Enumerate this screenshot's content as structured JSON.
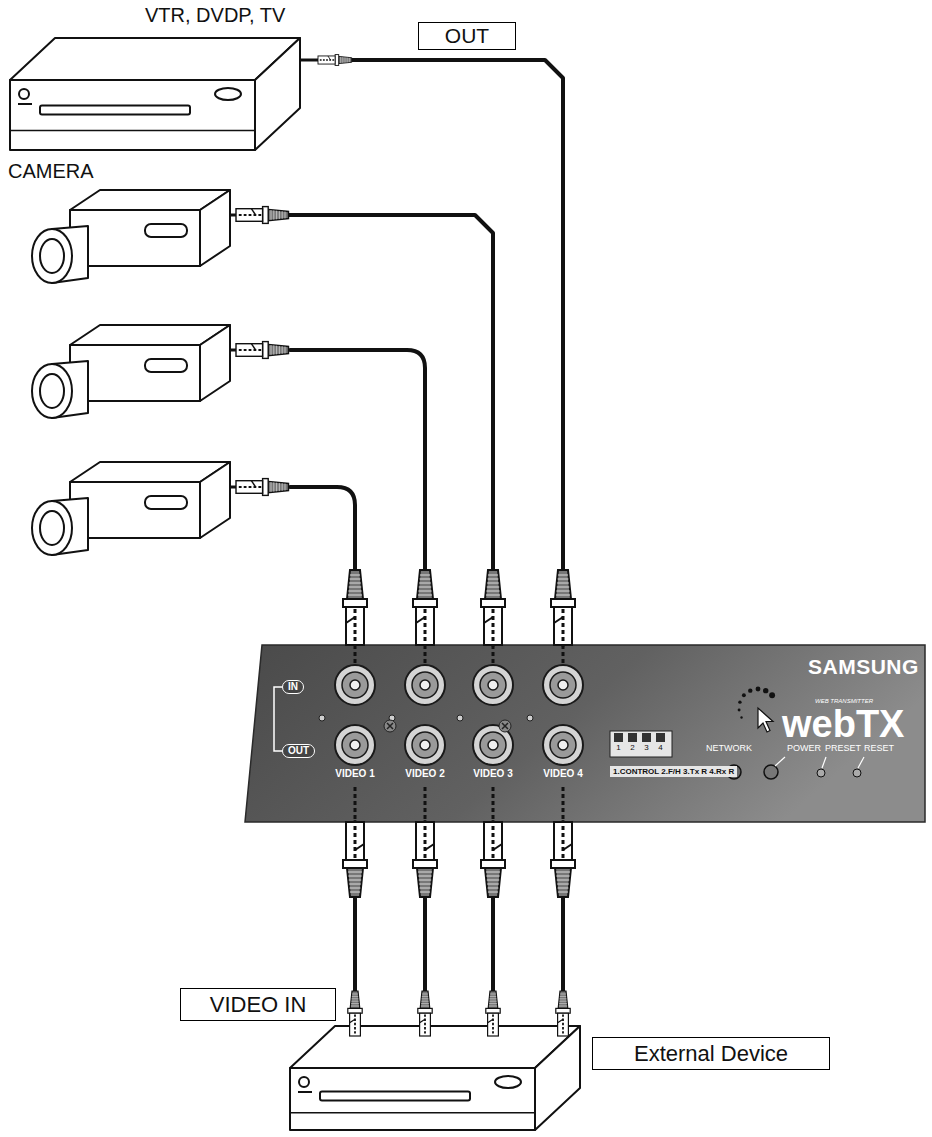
{
  "diagram": {
    "nodes": [
      {
        "text": [
          "VTR, DVDP, TV"
        ]
      },
      {
        "text": [
          "CAMERA"
        ]
      },
      {
        "text": [
          "IN",
          "OUT",
          "VIDEO 1",
          "VIDEO 2",
          "VIDEO 3",
          "VIDEO 4",
          "1.CONTROL 2.F/H 3.Tx R 4.Rx R",
          "SAMSUNG",
          "WEB TRANSMITTER",
          "webTX",
          "NETWORK",
          "POWER",
          "PRESET",
          "RESET"
        ]
      },
      {
        "text": [
          "External Device"
        ]
      }
    ],
    "edges": [
      {
        "from": 0,
        "to": 2,
        "arrow": "none"
      },
      {
        "from": 1,
        "to": 2,
        "arrow": "none"
      },
      {
        "from": 2,
        "to": 3,
        "arrow": "none"
      }
    ],
    "labels": [
      "OUT",
      "VIDEO IN",
      "1",
      "2",
      "3",
      "4"
    ]
  }
}
